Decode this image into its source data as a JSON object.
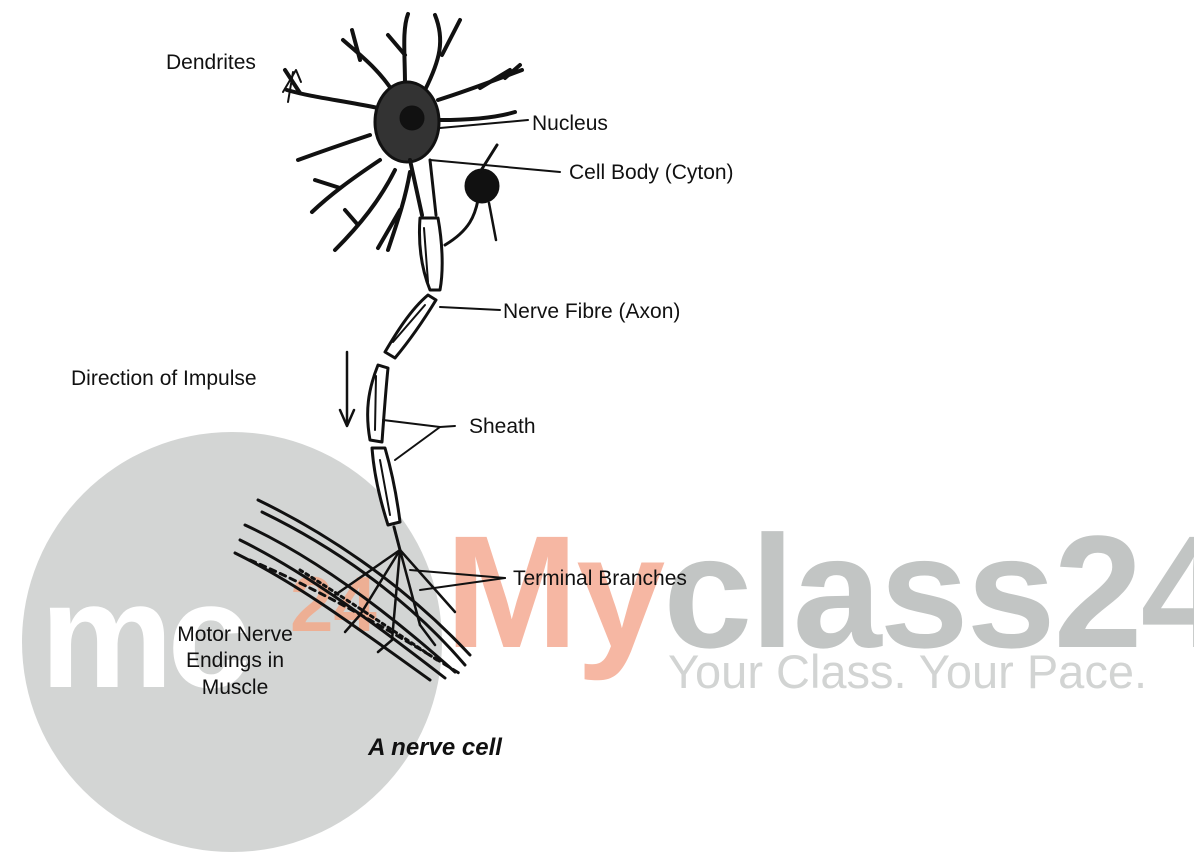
{
  "diagram": {
    "labels": {
      "dendrites": "Dendrites",
      "nucleus": "Nucleus",
      "cell_body": "Cell Body (Cyton)",
      "nerve_fibre": "Nerve Fibre (Axon)",
      "direction": "Direction of Impulse",
      "sheath": "Sheath",
      "terminal": "Terminal Branches",
      "motor_line1": "Motor Nerve",
      "motor_line2": "Endings in",
      "motor_line3": "Muscle"
    },
    "caption": "A nerve cell"
  },
  "watermark": {
    "logo_mc": "mc",
    "logo_24": "24",
    "brand_my": "My",
    "brand_rest": "class24",
    "tagline": "Your Class. Your Pace."
  },
  "colors": {
    "ink": "#111111",
    "watermark_gray": "#c2c5c4",
    "watermark_orange": "#f6b7a3"
  }
}
